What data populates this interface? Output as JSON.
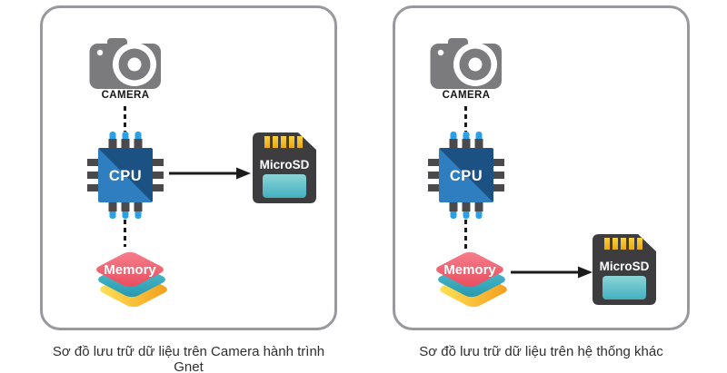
{
  "panels": [
    {
      "name": "gnet-dashcam-storage",
      "camera_label": "CAMERA",
      "cpu_label": "CPU",
      "memory_label": "Memory",
      "microsd_label": "MicroSD",
      "flow": "camera > cpu > microsd (memory below cpu)",
      "caption": "Sơ đồ lưu trữ dữ liệu trên Camera hành trình Gnet"
    },
    {
      "name": "other-system-storage",
      "camera_label": "CAMERA",
      "cpu_label": "CPU",
      "memory_label": "Memory",
      "microsd_label": "MicroSD",
      "flow": "camera > cpu > memory > microsd",
      "caption": "Sơ đồ lưu trữ dữ liệu trên hệ thống khác"
    }
  ],
  "colors": {
    "panel_border": "#97999c",
    "camera_gray": "#7b7b7d",
    "cpu_blue_light": "#2f7fc0",
    "cpu_blue_dark": "#1c5283",
    "pin_blue": "#2aa0e6",
    "pin_dark": "#4a4a4c",
    "sd_body": "#3d3d3f",
    "sd_pins_gold": "#f3c51d",
    "sd_label_teal_top": "#8ad5d8",
    "sd_label_teal_bottom": "#43afbf",
    "memory_red": "#ee5f6d",
    "memory_teal": "#35aabf",
    "memory_yellow_left": "#ffe459",
    "memory_orange_right": "#f29c1d",
    "connector_black": "#1b1b1b",
    "caption_text": "#2f2f2f"
  }
}
